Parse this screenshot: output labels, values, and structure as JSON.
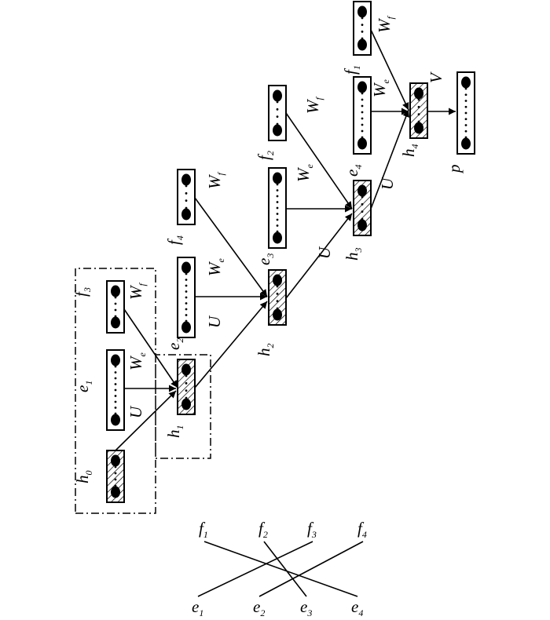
{
  "vectors": [
    {
      "id": "h0",
      "letter": "h",
      "sub": "0"
    },
    {
      "id": "e1",
      "letter": "e",
      "sub": "1"
    },
    {
      "id": "f3",
      "letter": "f",
      "sub": "3"
    },
    {
      "id": "h1",
      "letter": "h",
      "sub": "1"
    },
    {
      "id": "e2",
      "letter": "e",
      "sub": "2"
    },
    {
      "id": "f4",
      "letter": "f",
      "sub": "4"
    },
    {
      "id": "h2",
      "letter": "h",
      "sub": "2"
    },
    {
      "id": "e3",
      "letter": "e",
      "sub": "3"
    },
    {
      "id": "f2",
      "letter": "f",
      "sub": "2"
    },
    {
      "id": "h3",
      "letter": "h",
      "sub": "3"
    },
    {
      "id": "e4",
      "letter": "e",
      "sub": "4"
    },
    {
      "id": "f1",
      "letter": "f",
      "sub": "1"
    },
    {
      "id": "h4",
      "letter": "h",
      "sub": "4"
    },
    {
      "id": "p",
      "letter": "p",
      "sub": ""
    }
  ],
  "weights": [
    {
      "id": "U1",
      "letter": "U",
      "sub": ""
    },
    {
      "id": "We1",
      "letter": "W",
      "sub": "e"
    },
    {
      "id": "Wf1",
      "letter": "W",
      "sub": "f"
    },
    {
      "id": "U2",
      "letter": "U",
      "sub": ""
    },
    {
      "id": "We2",
      "letter": "W",
      "sub": "e"
    },
    {
      "id": "Wf2",
      "letter": "W",
      "sub": "f"
    },
    {
      "id": "U3",
      "letter": "U",
      "sub": ""
    },
    {
      "id": "We3",
      "letter": "W",
      "sub": "e"
    },
    {
      "id": "Wf3",
      "letter": "W",
      "sub": "f"
    },
    {
      "id": "U4",
      "letter": "U",
      "sub": ""
    },
    {
      "id": "We4",
      "letter": "W",
      "sub": "e"
    },
    {
      "id": "Wf4",
      "letter": "W",
      "sub": "f"
    },
    {
      "id": "V",
      "letter": "V",
      "sub": ""
    }
  ],
  "alignment": {
    "top": [
      {
        "id": "f1",
        "letter": "f",
        "sub": "1"
      },
      {
        "id": "f2",
        "letter": "f",
        "sub": "2"
      },
      {
        "id": "f3",
        "letter": "f",
        "sub": "3"
      },
      {
        "id": "f4",
        "letter": "f",
        "sub": "4"
      }
    ],
    "bottom": [
      {
        "id": "e1",
        "letter": "e",
        "sub": "1"
      },
      {
        "id": "e2",
        "letter": "e",
        "sub": "2"
      },
      {
        "id": "e3",
        "letter": "e",
        "sub": "3"
      },
      {
        "id": "e4",
        "letter": "e",
        "sub": "4"
      }
    ],
    "links": [
      [
        "f1",
        "e4"
      ],
      [
        "f2",
        "e3"
      ],
      [
        "f3",
        "e1"
      ],
      [
        "f4",
        "e2"
      ]
    ]
  }
}
